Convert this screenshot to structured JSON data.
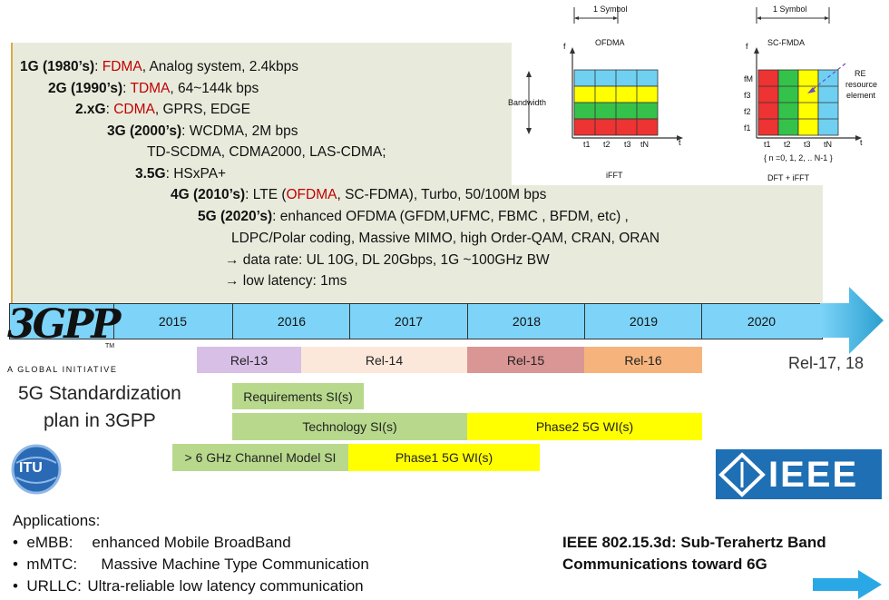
{
  "generations": [
    {
      "label": "1G (1980’s)",
      "sep": ":   ",
      "red": "FDMA",
      "rest": ", Analog system, 2.4kbps"
    },
    {
      "label": "2G (1990’s)",
      "sep": ":   ",
      "red": "TDMA",
      "rest": ", 64~144k bps"
    },
    {
      "label": "2.xG",
      "sep": ": ",
      "red": "CDMA",
      "rest": ", GPRS, EDGE"
    },
    {
      "label": "3G (2000’s)",
      "sep": ":   WCDMA, 2M bps",
      "red": "",
      "rest": ""
    },
    {
      "label": "",
      "sep": "",
      "red": "",
      "rest": "TD-SCDMA, CDMA2000, LAS-CDMA;"
    },
    {
      "label": "3.5G",
      "sep": ": HSxPA+",
      "red": "",
      "rest": ""
    },
    {
      "label": "4G (2010’s)",
      "sep": ":   LTE (",
      "red": "OFDMA",
      "rest": ", SC-FDMA), Turbo, 50/100M bps"
    },
    {
      "label": "5G (2020’s)",
      "sep": ":   enhanced OFDMA (GFDM,UFMC, FBMC , BFDM, etc) ,",
      "red": "",
      "rest": ""
    },
    {
      "label": "",
      "sep": "",
      "red": "",
      "rest": "LDPC/Polar coding, Massive MIMO, high Order-QAM, CRAN, ORAN"
    },
    {
      "label": "",
      "sep": "",
      "red": "",
      "rest": "→ data rate: UL 10G, DL 20Gbps,  1G ~100GHz BW"
    },
    {
      "label": "",
      "sep": "",
      "red": "",
      "rest": "→ low latency: 1ms"
    }
  ],
  "years": [
    "2015",
    "2016",
    "2017",
    "2018",
    "2019",
    "2020"
  ],
  "releases": [
    {
      "label": "Rel-13",
      "color": "#d8bfe6"
    },
    {
      "label": "Rel-14",
      "color": "#fbe8da"
    },
    {
      "label": "Rel-15",
      "color": "#d99694"
    },
    {
      "label": "Rel-16",
      "color": "#f6b47c"
    }
  ],
  "release_future": "Rel-17, 18",
  "study_items": {
    "requirements": "Requirements SI(s)",
    "technology": "Technology SI(s)",
    "phase2": "Phase2  5G WI(s)",
    "channel_model": "> 6 GHz Channel Model SI",
    "phase1": "Phase1  5G WI(s)"
  },
  "colors": {
    "green": "#b8d98c",
    "yellow": "#ffff00",
    "blue": "#7dd4f8",
    "arrow": "#3aa8d8"
  },
  "logo_3gpp": {
    "text": "3GPP",
    "tm": "TM",
    "tagline": "A GLOBAL INITIATIVE"
  },
  "plan_title": {
    "line1": "5G Standardization",
    "line2": "plan in 3GPP"
  },
  "itu_logo": "ITU",
  "ieee_logo": "IEEE",
  "applications": {
    "title": "Applications:",
    "items": [
      {
        "key": "eMBB:",
        "desc": "enhanced Mobile BroadBand"
      },
      {
        "key": "mMTC:",
        "desc": "Massive Machine Type Communication"
      },
      {
        "key": "URLLC:",
        "desc": "Ultra-reliable low latency communication"
      }
    ]
  },
  "ieee_note": {
    "line1": "IEEE 802.15.3d: Sub-Terahertz Band",
    "line2": "Communications toward 6G"
  },
  "ofdma": {
    "symbol": "1 Symbol",
    "title": "OFDMA",
    "axis_f": "f",
    "axis_t": "t",
    "bandwidth": "Bandwidth",
    "ticks": [
      "t1",
      "t2",
      "t3",
      "tN"
    ],
    "caption": "iFFT",
    "rows": [
      "#6fd0f2",
      "#ffff00",
      "#35c24a",
      "#ee3333"
    ]
  },
  "scfdma": {
    "symbol": "1 Symbol",
    "title": "SC-FMDA",
    "axis_f": "f",
    "axis_t": "t",
    "freqs": [
      "fM",
      "f3",
      "f2",
      "f1"
    ],
    "ticks": [
      "t1",
      "t2",
      "t3",
      "tN"
    ],
    "note": "{ n =0, 1, 2, .. N-1 }",
    "caption": "DFT + iFFT",
    "re_label": [
      "RE",
      "resource",
      "element"
    ],
    "cols": [
      "#ee3333",
      "#35c24a",
      "#ffff00",
      "#6fd0f2"
    ]
  }
}
